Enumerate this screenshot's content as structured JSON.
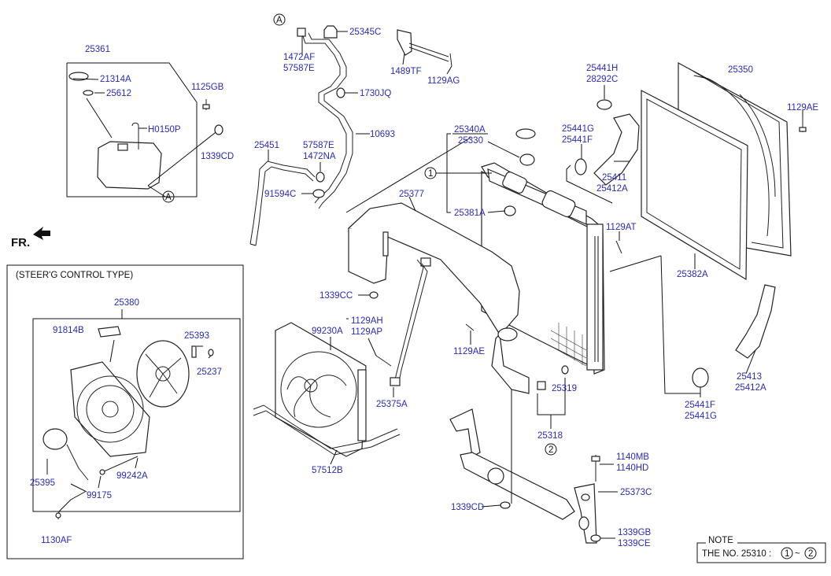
{
  "labels": {
    "25361": "25361",
    "21314A": "21314A",
    "25612": "25612",
    "1125GB": "1125GB",
    "H0150P": "H0150P",
    "1339CD_a": "1339CD",
    "1472AF": "1472AF",
    "57587E_a": "57587E",
    "25345C": "25345C",
    "1489TF": "1489TF",
    "1129AG": "1129AG",
    "1730JQ": "1730JQ",
    "10693": "10693",
    "25451": "25451",
    "57587E_b": "57587E",
    "1472NA": "1472NA",
    "91594C": "91594C",
    "25340A": "25340A",
    "25330": "25330",
    "25377": "25377",
    "25381A": "25381A",
    "25441H": "25441H",
    "28292C": "28292C",
    "25441G_a": "25441G",
    "25441F_a": "25441F",
    "25411": "25411",
    "25412A_a": "25412A",
    "25350": "25350",
    "1129AE_a": "1129AE",
    "1129AT": "1129AT",
    "25382A": "25382A",
    "1339CC": "1339CC",
    "1129AH": "1129AH",
    "1129AP": "1129AP",
    "99230A": "99230A",
    "1129AE_b": "1129AE",
    "25319": "25319",
    "25375A": "25375A",
    "25318": "25318",
    "25413": "25413",
    "25412A_b": "25412A",
    "25441F_b": "25441F",
    "25441G_b": "25441G",
    "57512B": "57512B",
    "1140MB": "1140MB",
    "1140HD": "1140HD",
    "25373C": "25373C",
    "1339CD_b": "1339CD",
    "1339GB": "1339GB",
    "1339CE": "1339CE",
    "25380": "25380",
    "91814B": "91814B",
    "25393": "25393",
    "25237": "25237",
    "25395": "25395",
    "99242A": "99242A",
    "99175": "99175",
    "1130AF": "1130AF"
  },
  "circles": {
    "A_top": "A",
    "A_res": "A",
    "one": "1",
    "two": "2"
  },
  "fr_label": "FR.",
  "inset_title": "(STEER'G CONTROL TYPE)",
  "note": {
    "title": "NOTE",
    "text": "THE NO. 25310 :",
    "c1": "1",
    "tilde": "~",
    "c2": "2"
  }
}
